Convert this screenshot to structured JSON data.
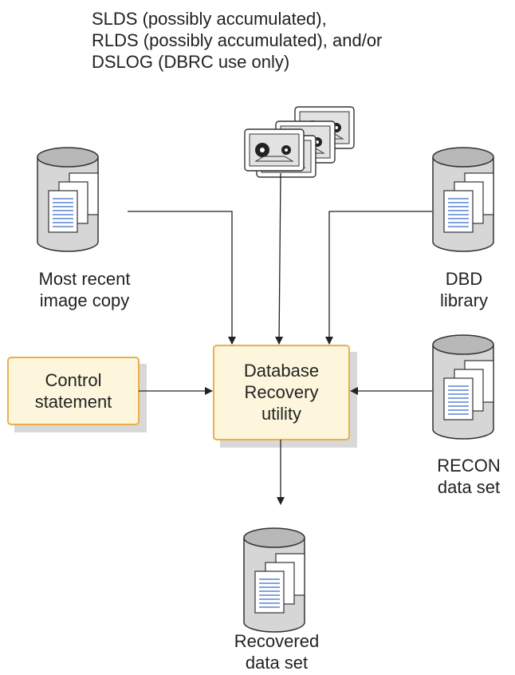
{
  "inputs_caption": {
    "line1": "SLDS (possibly accumulated),",
    "line2": "RLDS (possibly accumulated), and/or",
    "line3": "DSLOG (DBRC use only)"
  },
  "image_copy": {
    "line1": "Most recent",
    "line2": "image copy"
  },
  "dbd_library": {
    "line1": "DBD",
    "line2": "library"
  },
  "control_statement": {
    "line1": "Control",
    "line2": "statement"
  },
  "recovery_utility": {
    "line1": "Database",
    "line2": "Recovery",
    "line3": "utility"
  },
  "recon": {
    "line1": "RECON",
    "line2": "data set"
  },
  "recovered": {
    "line1": "Recovered",
    "line2": "data set"
  },
  "colors": {
    "box_fill": "#fdf6dc",
    "box_border": "#e8b04a",
    "box_shadow": "#d8d8d8",
    "cylinder_top": "#b8b8b8",
    "cylinder_body": "#d6d6d6",
    "line": "#222222",
    "doc_line": "#3a6cc8"
  }
}
